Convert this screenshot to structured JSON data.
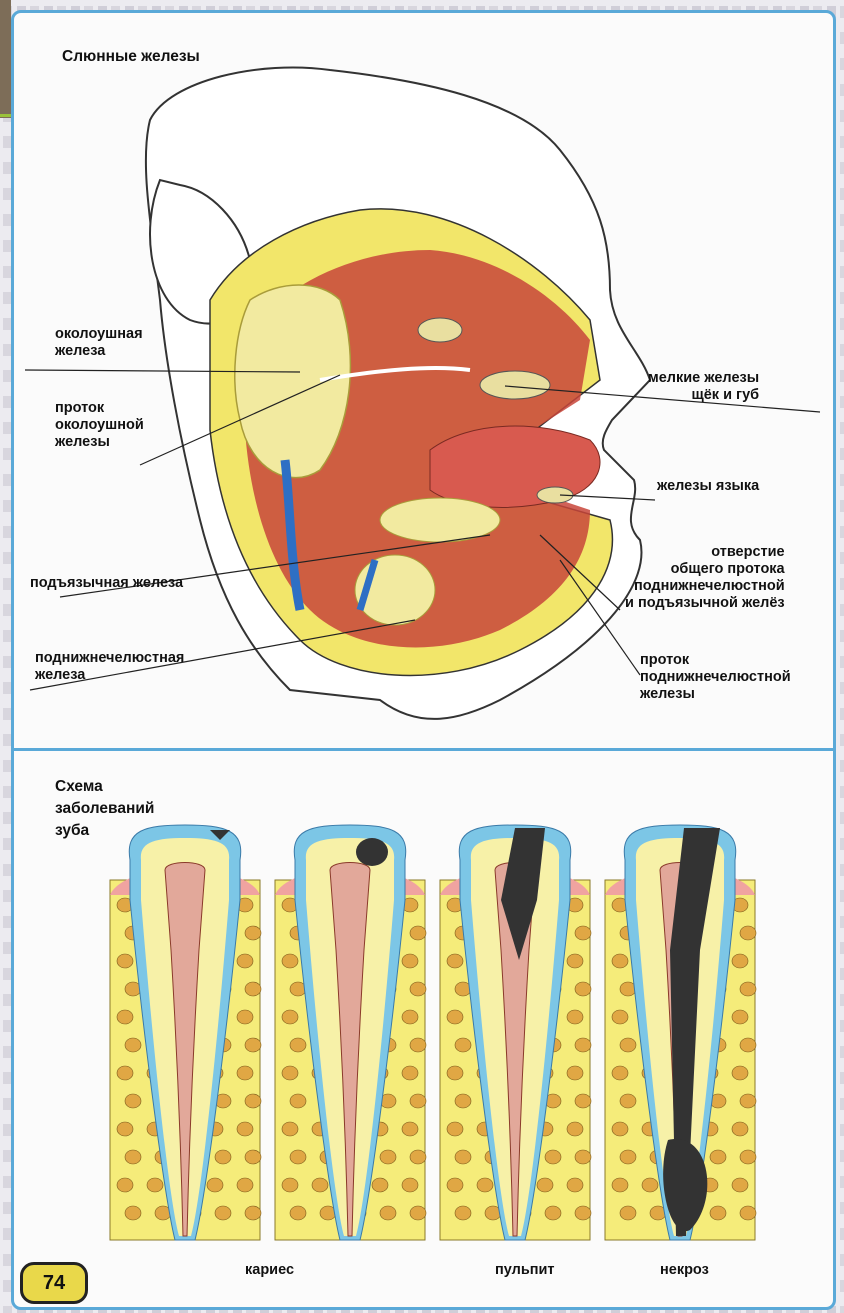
{
  "salivary": {
    "title": "Слюнные железы",
    "labels": {
      "parotid": "околоушная\nжелеза",
      "parotid_duct": "проток\nоколоушной\nжелезы",
      "sublingual": "подъязычная железа",
      "submandibular": "поднижнечелюстная\nжелеза",
      "small_glands": "мелкие железы\nщёк и губ",
      "tongue_glands": "железы языка",
      "common_opening": "отверстие\nобщего протока\nподнижнечелюстной\nи подъязычной желёз",
      "submandibular_duct": "проток\nподнижнечелюстной\nжелезы"
    }
  },
  "teeth": {
    "title": "Схема\nзаболеваний\nзуба",
    "captions": [
      "кариес",
      "пульпит",
      "некроз"
    ]
  },
  "page_number": "74",
  "colors": {
    "frame": "#5aa9d8",
    "gland": "#f2eaa0",
    "muscle": "#c8453a",
    "enamel": "#7cc6e6",
    "dentin": "#f5ec7a",
    "decay": "#333333",
    "page_badge": "#e9d84a"
  }
}
